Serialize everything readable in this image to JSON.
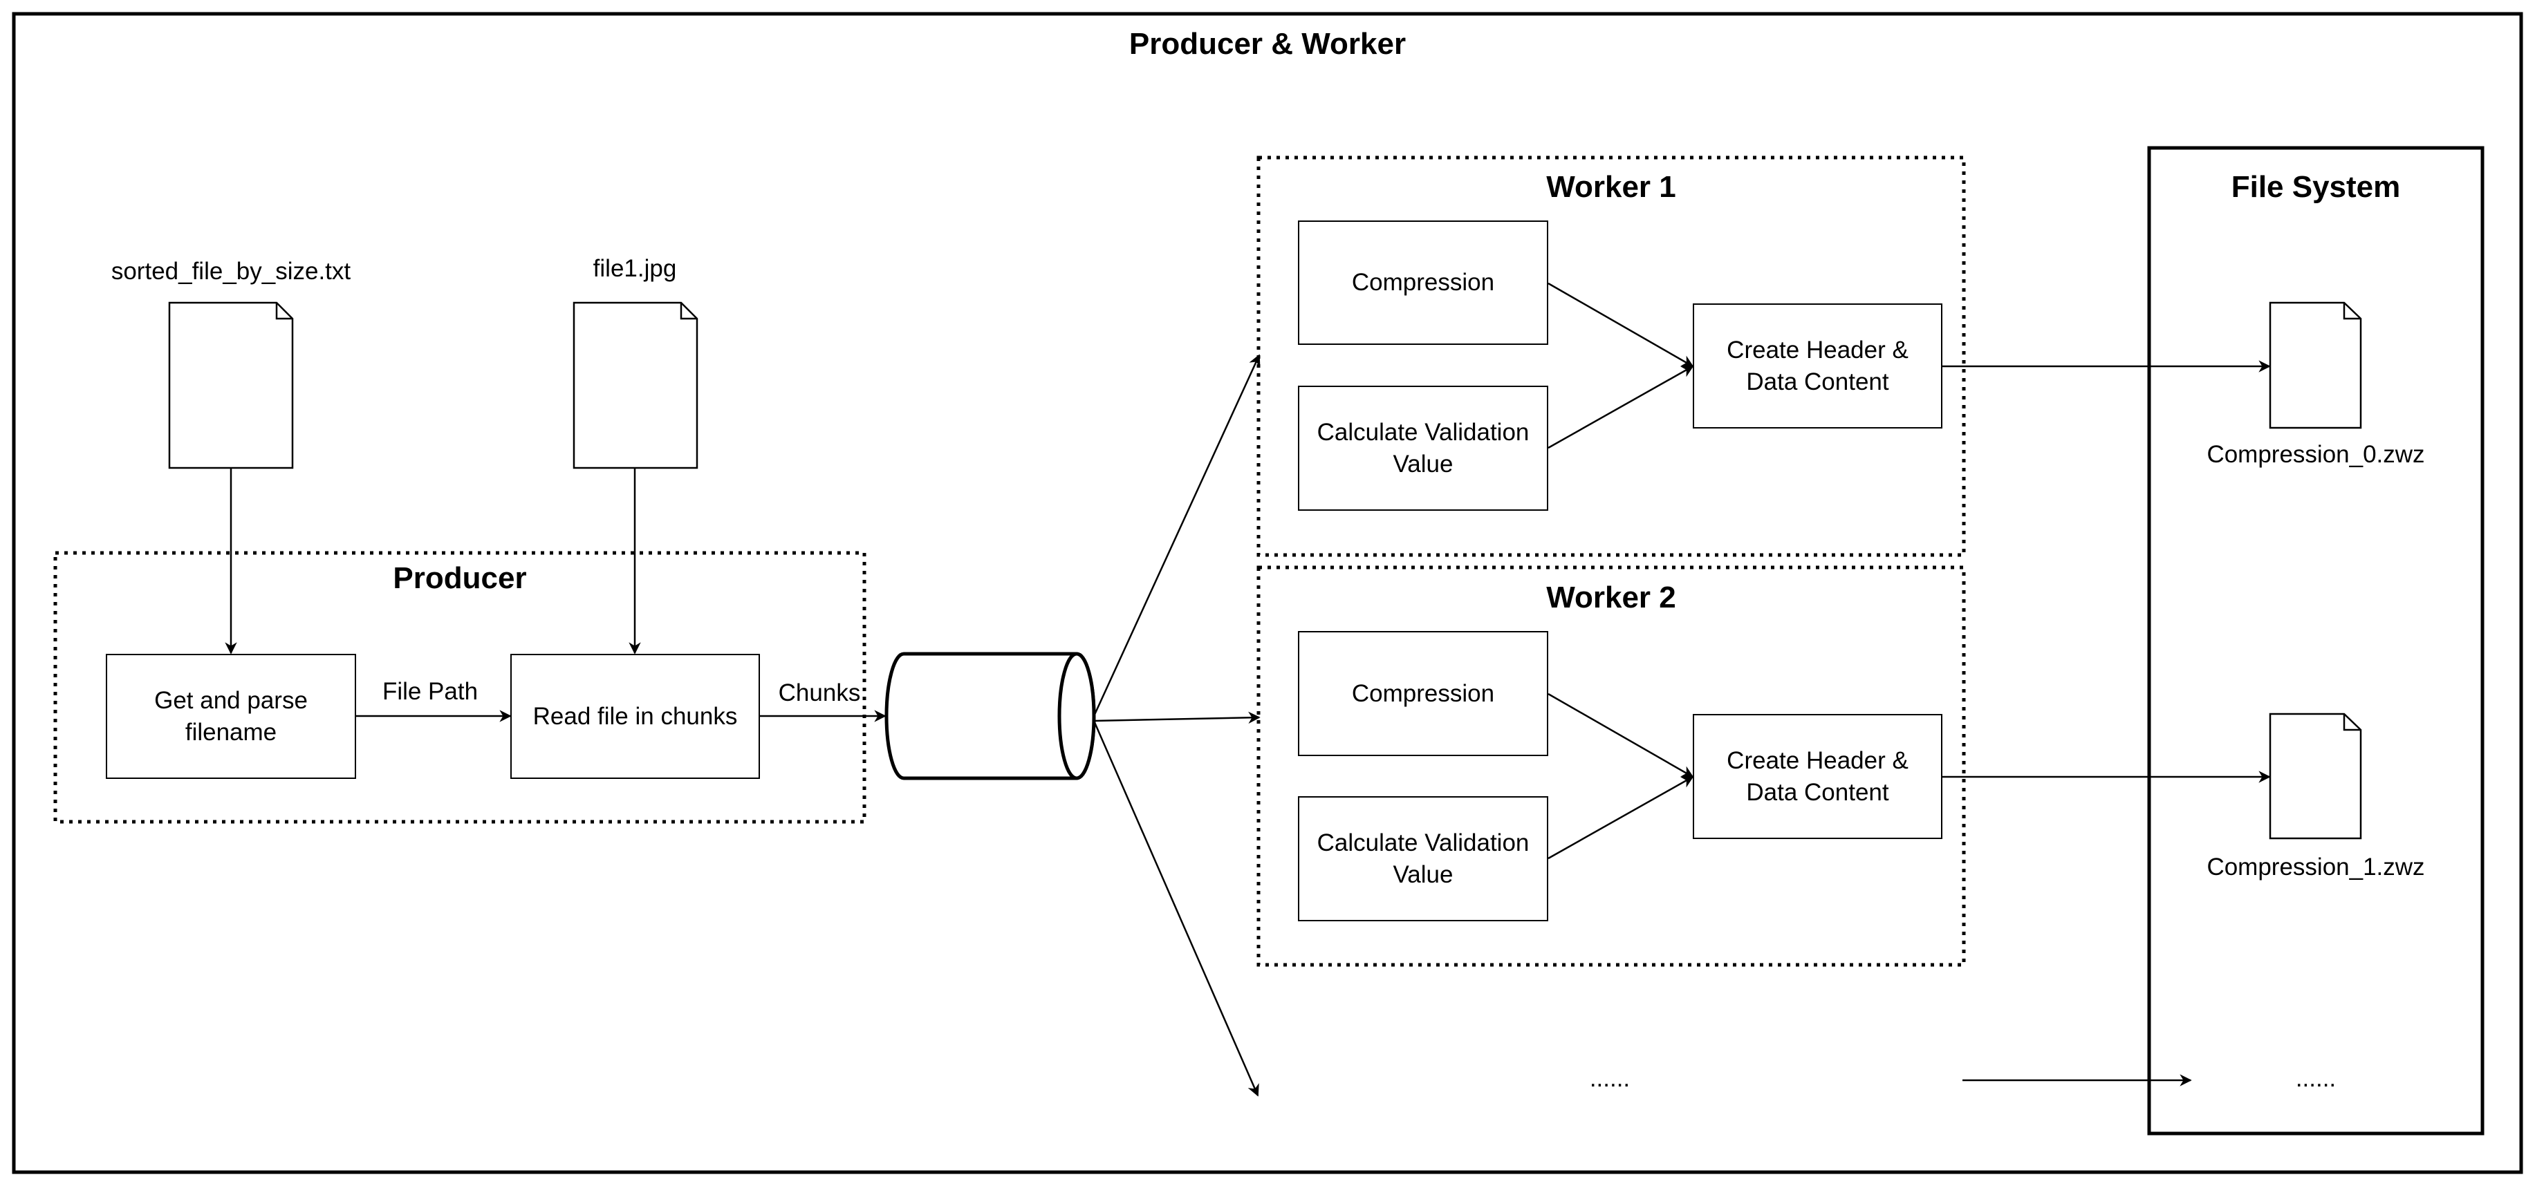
{
  "diagram": {
    "title": "Producer & Worker",
    "producer": {
      "title": "Producer",
      "input_files": [
        "sorted_file_by_size.txt",
        "file1.jpg"
      ],
      "steps": [
        "Get and parse filename",
        "Read file in chunks"
      ],
      "edge_labels": {
        "file_path": "File Path",
        "chunks": "Chunks"
      }
    },
    "workers": [
      {
        "title": "Worker 1",
        "compression": "Compression",
        "validation": "Calculate Validation Value",
        "header": "Create Header & Data Content"
      },
      {
        "title": "Worker 2",
        "compression": "Compression",
        "validation": "Calculate Validation Value",
        "header": "Create Header & Data Content"
      }
    ],
    "more_workers": "......",
    "file_system": {
      "title": "File System",
      "outputs": [
        "Compression_0.zwz",
        "Compression_1.zwz"
      ],
      "more": "......"
    }
  }
}
